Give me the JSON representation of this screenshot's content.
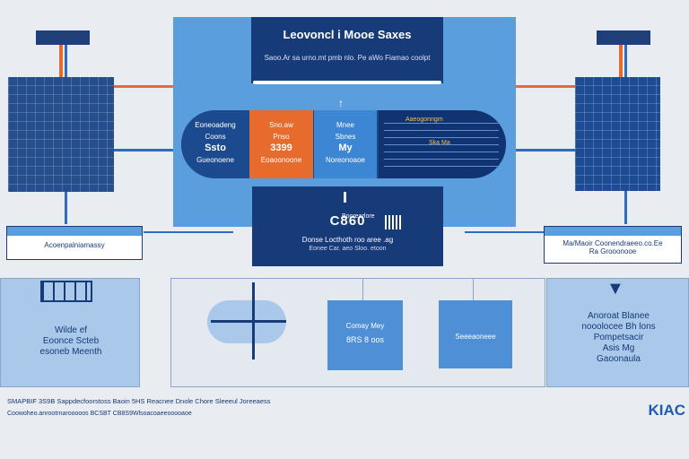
{
  "title": {
    "main": "Leovoncl i Mooe Saxes",
    "sub": "Saoo.Ar sa urno.mt pmb nlo. Pe aWo Fiamao coolpt"
  },
  "pill": {
    "seg1": [
      "Eoneoadeng",
      "Coons",
      "Ssto",
      "Gueonoene"
    ],
    "seg2": [
      "Sno.aw",
      "Pnso",
      "3399",
      "Eoaoonoone"
    ],
    "seg3": [
      "Mnee",
      "Sbnes",
      "My",
      "Noreonoaoe"
    ],
    "seg4": [
      "Aaeogonngm",
      "Ska Ma"
    ]
  },
  "mid_box": {
    "value": "C860",
    "barcode_label": "Boorearlore",
    "line1": "Donse Locthoth roo aree .ag",
    "line2": "Eonee Car. aeo Sloo. etoon"
  },
  "left_label": "Acoenpalniamassy",
  "right_label": {
    "line1": "Ma/Maoir Coonendraeeo.co.Ee",
    "line2": "Ra Grooonooe"
  },
  "bottom": {
    "left_text": [
      "Wilde ef",
      "Eoonce Scteb",
      "esoneb Meenth"
    ],
    "mid_box1": [
      "Comay Mey",
      "8RS 8 oos"
    ],
    "mid_box2": "Seeeaoneee",
    "right_text": [
      "Anoroat Blanee",
      "nooolocee Bh lons",
      "Pompetsacir",
      "Asis Mg",
      "Gaoonaula"
    ]
  },
  "footer": {
    "line1": "SMAPBIF 3S9B Sappdecfoorstoss Baoin 5HS Reacnee Dnole Chore Sleeeul Joreeaess",
    "line2": "Coowoheo.anrootrnarooooos BCSBT CB8S9Wlsoacoaeeooooaoe"
  },
  "brand": "KIAC",
  "colors": {
    "navy": "#173a78",
    "accent_blue": "#5b9ede",
    "orange": "#e66b2c",
    "light_blue": "#a9c8ea"
  }
}
